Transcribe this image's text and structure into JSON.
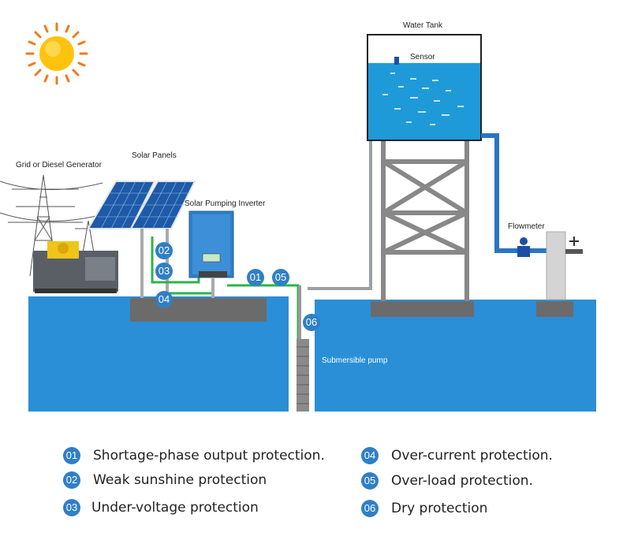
{
  "labels": {
    "grid": "Grid or Diesel Generator",
    "solar_panels": "Solar Panels",
    "inverter": "Solar Pumping Inverter",
    "water_tank": "Water Tank",
    "sensor": "Sensor",
    "flowmeter": "Flowmeter",
    "pump": "Submersible pump"
  },
  "badges": {
    "b01": "01",
    "b02": "02",
    "b03": "03",
    "b04": "04",
    "b05": "05",
    "b06": "06"
  },
  "legend": [
    {
      "num": "01",
      "text": "Shortage-phase output protection."
    },
    {
      "num": "02",
      "text": "Weak sunshine protection"
    },
    {
      "num": "03",
      "text": "Under-voltage protection"
    },
    {
      "num": "04",
      "text": "Over-current protection."
    },
    {
      "num": "05",
      "text": "Over-load protection."
    },
    {
      "num": "06",
      "text": "Dry protection"
    }
  ],
  "colors": {
    "ground": "#2a8fd6",
    "water": "#1f9ad9",
    "badge": "#2f7fc6",
    "wire": "#2db34a",
    "pipe": "#2a76c0"
  }
}
